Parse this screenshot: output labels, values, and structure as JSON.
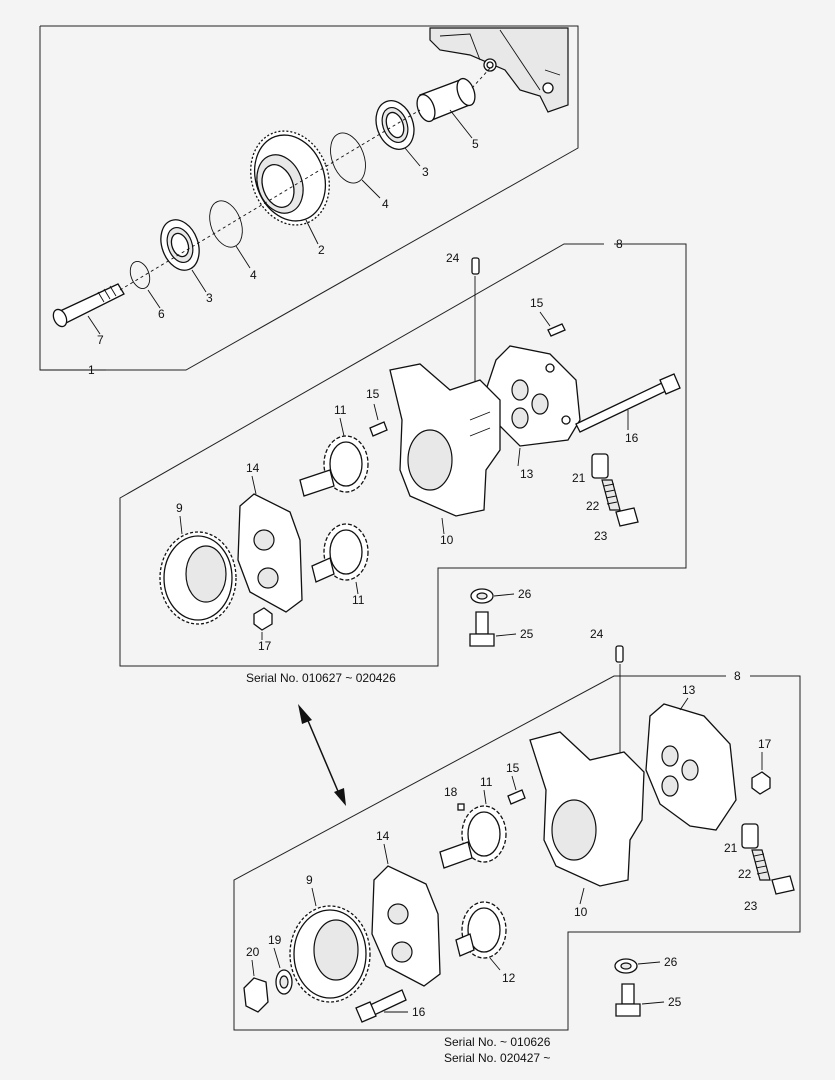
{
  "part_labels": {
    "p1": "1",
    "p2": "2",
    "p3a": "3",
    "p3b": "3",
    "p4a": "4",
    "p4b": "4",
    "p5": "5",
    "p6": "6",
    "p7": "7",
    "p8a": "8",
    "p8b": "8",
    "p9a": "9",
    "p9b": "9",
    "p10a": "10",
    "p10b": "10",
    "p11a": "11",
    "p11b": "11",
    "p11c": "11",
    "p12": "12",
    "p13a": "13",
    "p13b": "13",
    "p14a": "14",
    "p14b": "14",
    "p15a": "15",
    "p15b": "15",
    "p15c": "15",
    "p16a": "16",
    "p16b": "16",
    "p17a": "17",
    "p17b": "17",
    "p18": "18",
    "p19": "19",
    "p20": "20",
    "p21a": "21",
    "p21b": "21",
    "p22a": "22",
    "p22b": "22",
    "p23a": "23",
    "p23b": "23",
    "p24a": "24",
    "p24b": "24",
    "p25a": "25",
    "p25b": "25",
    "p26a": "26",
    "p26b": "26"
  },
  "serials": {
    "upper": "Serial No. 010627 ~ 020426",
    "lower_1": "Serial No. ~ 010626",
    "lower_2": "Serial No. 020427 ~"
  }
}
